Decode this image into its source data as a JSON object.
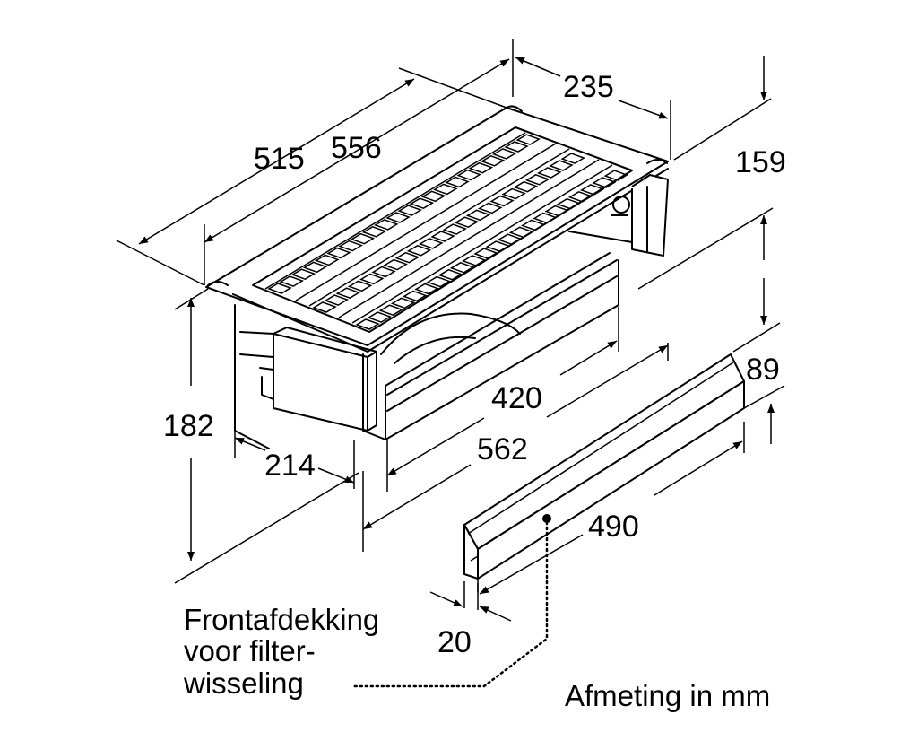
{
  "dimensions": {
    "d515": "515",
    "d556": "556",
    "d235": "235",
    "d159": "159",
    "d182": "182",
    "d214": "214",
    "d420": "420",
    "d562": "562",
    "d89": "89",
    "d490": "490",
    "d20": "20"
  },
  "callout": {
    "line1": "Frontafdekking",
    "line2": "voor filter-",
    "line3": "wisseling"
  },
  "unit_note": "Afmeting in mm"
}
